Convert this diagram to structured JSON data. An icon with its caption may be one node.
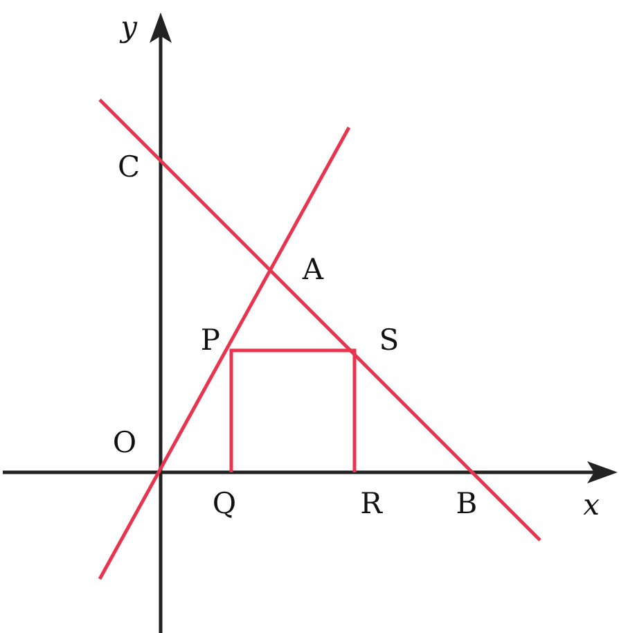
{
  "diagram": {
    "labels": [
      "y",
      "C",
      "A",
      "P",
      "S",
      "O",
      "Q",
      "R",
      "B",
      "x"
    ]
  }
}
